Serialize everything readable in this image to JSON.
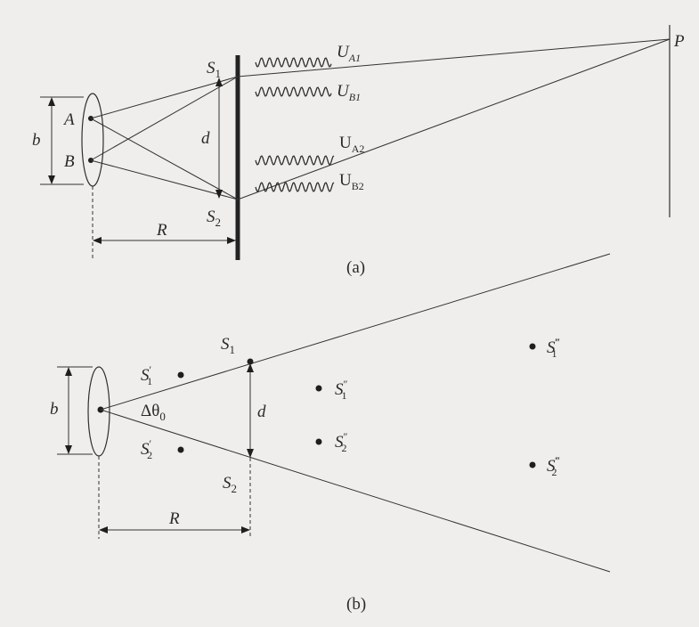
{
  "figure_a": {
    "caption": "(a)",
    "label_S1": "S",
    "label_S1_sub": "1",
    "label_S2": "S",
    "label_S2_sub": "2",
    "label_A": "A",
    "label_B": "B",
    "label_b": "b",
    "label_d": "d",
    "label_R": "R",
    "label_P": "P",
    "waves": [
      {
        "main": "U",
        "sub": "A1",
        "italic": true
      },
      {
        "main": "U",
        "sub": "B1",
        "italic": true
      },
      {
        "main": "U",
        "sub": "A2",
        "italic": false
      },
      {
        "main": "U",
        "sub": "B2",
        "italic": false
      }
    ]
  },
  "figure_b": {
    "caption": "(b)",
    "label_b": "b",
    "label_d": "d",
    "label_R": "R",
    "label_angle": "Δθ",
    "label_angle_sub": "0",
    "label_S1": "S",
    "label_S1_sub": "1",
    "label_S2": "S",
    "label_S2_sub": "2",
    "points": [
      {
        "main": "S",
        "sub": "1",
        "prime": "′"
      },
      {
        "main": "S",
        "sub": "2",
        "prime": "′"
      },
      {
        "main": "S",
        "sub": "1",
        "prime": "″"
      },
      {
        "main": "S",
        "sub": "2",
        "prime": "″"
      },
      {
        "main": "S",
        "sub": "1",
        "prime": "‴"
      },
      {
        "main": "S",
        "sub": "2",
        "prime": "‴"
      }
    ]
  }
}
